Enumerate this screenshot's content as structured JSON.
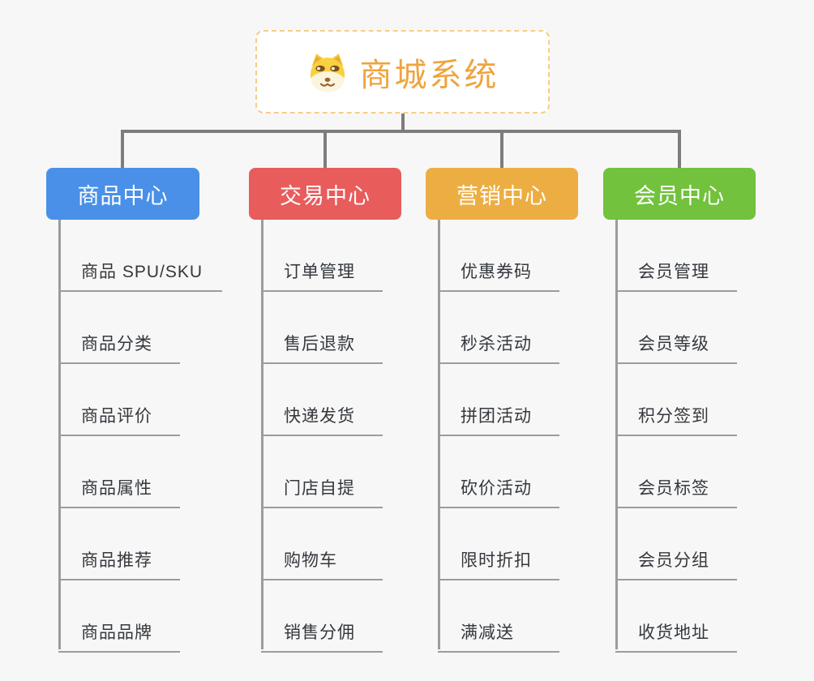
{
  "page": {
    "background": "#f7f7f7",
    "connector_color": "#7d7d7d",
    "leaf_line_color": "#9c9c9c"
  },
  "root": {
    "title": "商城系统",
    "icon": "shiba-dog-icon",
    "text_color": "#efa43e",
    "border_color": "#f6cd87"
  },
  "branches": [
    {
      "label": "商品中心",
      "color": "#4a90e8",
      "items": [
        "商品 SPU/SKU",
        "商品分类",
        "商品评价",
        "商品属性",
        "商品推荐",
        "商品品牌"
      ]
    },
    {
      "label": "交易中心",
      "color": "#e85c5c",
      "items": [
        "订单管理",
        "售后退款",
        "快递发货",
        "门店自提",
        "购物车",
        "销售分佣"
      ]
    },
    {
      "label": "营销中心",
      "color": "#ecae43",
      "items": [
        "优惠券码",
        "秒杀活动",
        "拼团活动",
        "砍价活动",
        "限时折扣",
        "满减送"
      ]
    },
    {
      "label": "会员中心",
      "color": "#72c23d",
      "items": [
        "会员管理",
        "会员等级",
        "积分签到",
        "会员标签",
        "会员分组",
        "收货地址"
      ]
    }
  ]
}
